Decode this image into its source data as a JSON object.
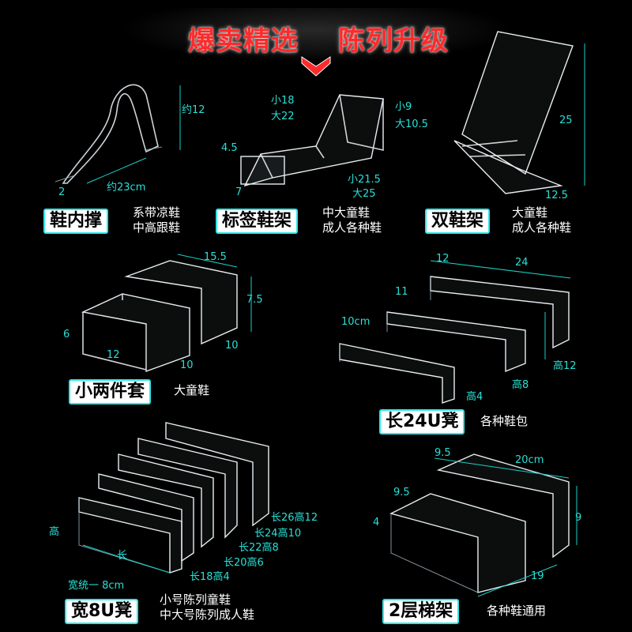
{
  "header": {
    "title_left": "爆卖精选",
    "title_right": "陈列升级"
  },
  "products": [
    {
      "name": "鞋内撑",
      "desc": [
        "系带凉鞋",
        "中高跟鞋"
      ],
      "dims": [
        "约12",
        "2",
        "约23cm"
      ]
    },
    {
      "name": "标签鞋架",
      "desc": [
        "中大童鞋",
        "成人各种鞋"
      ],
      "dims": [
        "小18",
        "大22",
        "小9",
        "大10.5",
        "4.5",
        "7",
        "小21.5",
        "大25"
      ]
    },
    {
      "name": "双鞋架",
      "desc": [
        "大童鞋",
        "成人各种鞋"
      ],
      "dims": [
        "25",
        "12.5"
      ]
    },
    {
      "name": "小两件套",
      "desc": [
        "大童鞋"
      ],
      "dims": [
        "15.5",
        "7.5",
        "6",
        "12",
        "10",
        "10"
      ]
    },
    {
      "name": "长24U凳",
      "desc": [
        "各种鞋包"
      ],
      "dims": [
        "12",
        "24",
        "11",
        "10cm",
        "高12",
        "高8",
        "高4"
      ]
    },
    {
      "name": "宽8U凳",
      "desc": [
        "小号陈列童鞋",
        "中大号陈列成人鞋"
      ],
      "dims": [
        "高",
        "长",
        "宽统一 8cm",
        "长26高12",
        "长24高10",
        "长22高8",
        "长20高6",
        "长18高4"
      ]
    },
    {
      "name": "2层梯架",
      "desc": [
        "各种鞋通用"
      ],
      "dims": [
        "9.5",
        "20cm",
        "9.5",
        "4",
        "9",
        "19"
      ]
    }
  ],
  "colors": {
    "title": "#ff2a2a",
    "dimension": "#27e0d6",
    "label_border": "#2ee6ea",
    "background": "#000000"
  }
}
